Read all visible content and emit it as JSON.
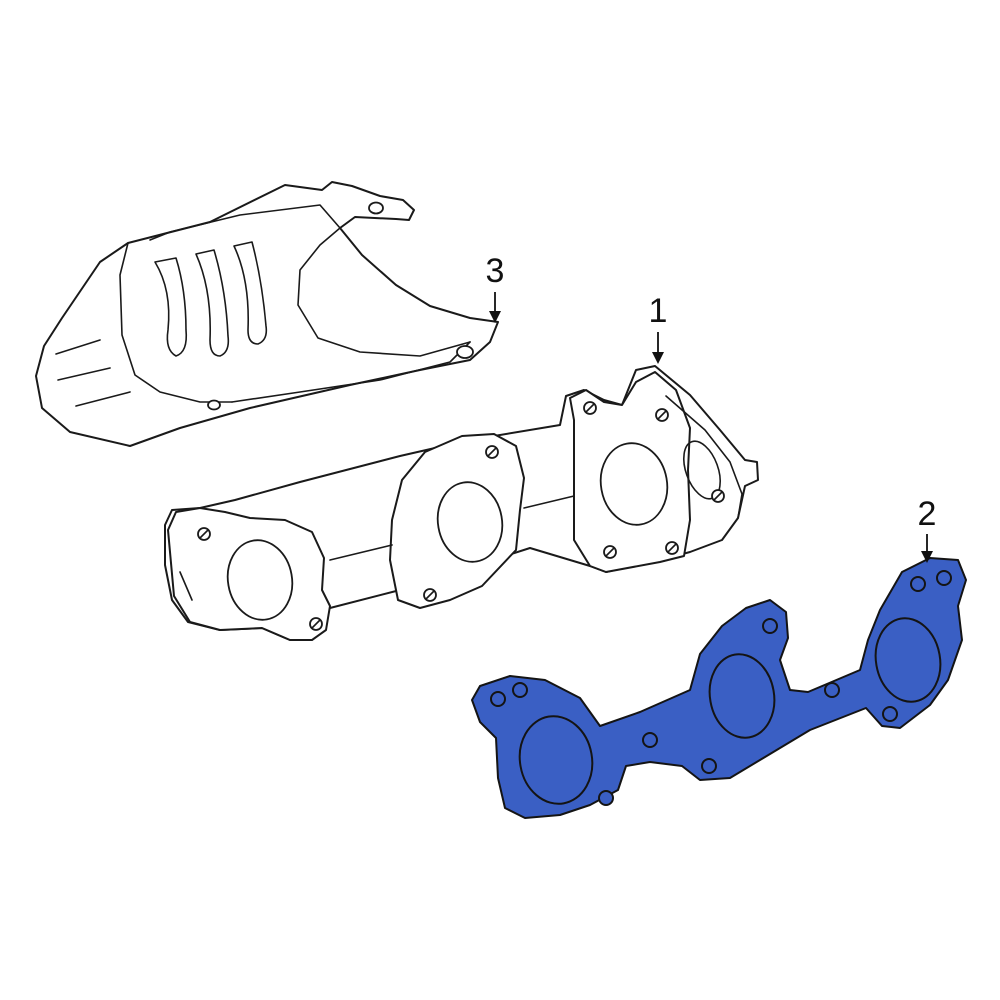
{
  "colors": {
    "highlight": "#3a5fc4",
    "outline": "#1a1a1a",
    "background": "#ffffff"
  },
  "callouts": [
    {
      "id": "1",
      "label": "1"
    },
    {
      "id": "2",
      "label": "2"
    },
    {
      "id": "3",
      "label": "3"
    }
  ]
}
